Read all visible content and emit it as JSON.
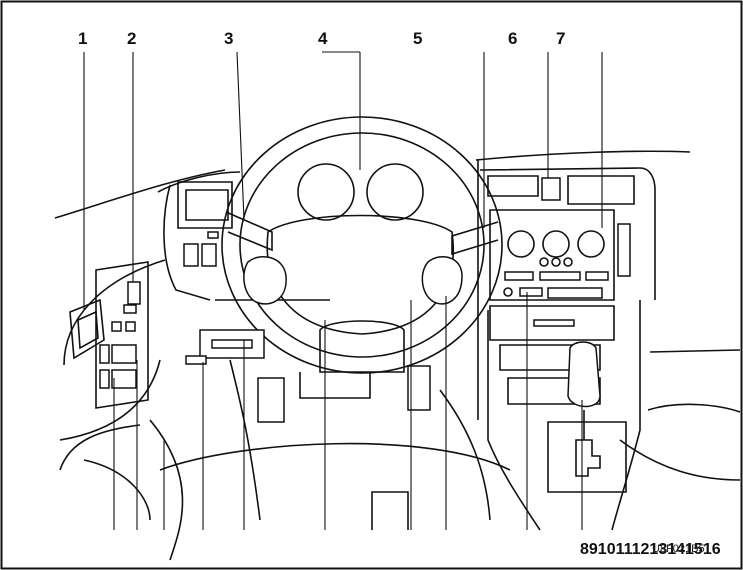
{
  "diagram": {
    "top_callouts": [
      "1",
      "2",
      "3",
      "4",
      "5",
      "6",
      "7"
    ],
    "bottom_callouts_text": "8910111213141516",
    "figure_code": "U8F021B5"
  }
}
